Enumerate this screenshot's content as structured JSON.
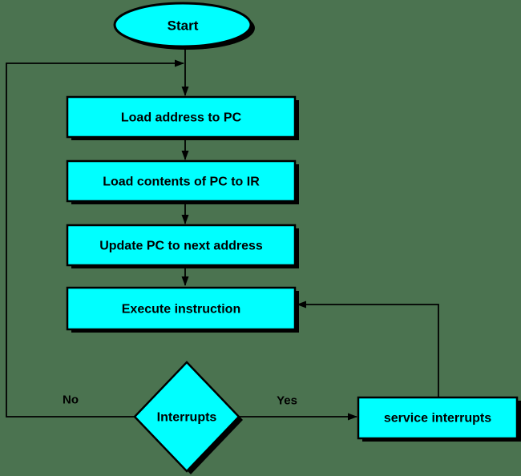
{
  "colors": {
    "background": "#4B7350",
    "node_fill": "#00FFFF",
    "stroke": "#000000",
    "text": "#000000",
    "shadow": "#000000"
  },
  "nodes": {
    "start": {
      "label": "Start",
      "shape": "ellipse"
    },
    "load_address": {
      "label": "Load address to PC",
      "shape": "rect"
    },
    "load_contents": {
      "label": "Load contents of PC to IR",
      "shape": "rect"
    },
    "update_pc": {
      "label": "Update PC to next address",
      "shape": "rect"
    },
    "execute": {
      "label": "Execute instruction",
      "shape": "rect"
    },
    "interrupts": {
      "label": "Interrupts",
      "shape": "diamond"
    },
    "service_interrupts": {
      "label": "service interrupts",
      "shape": "rect"
    }
  },
  "edges": {
    "no_label": "No",
    "yes_label": "Yes"
  }
}
